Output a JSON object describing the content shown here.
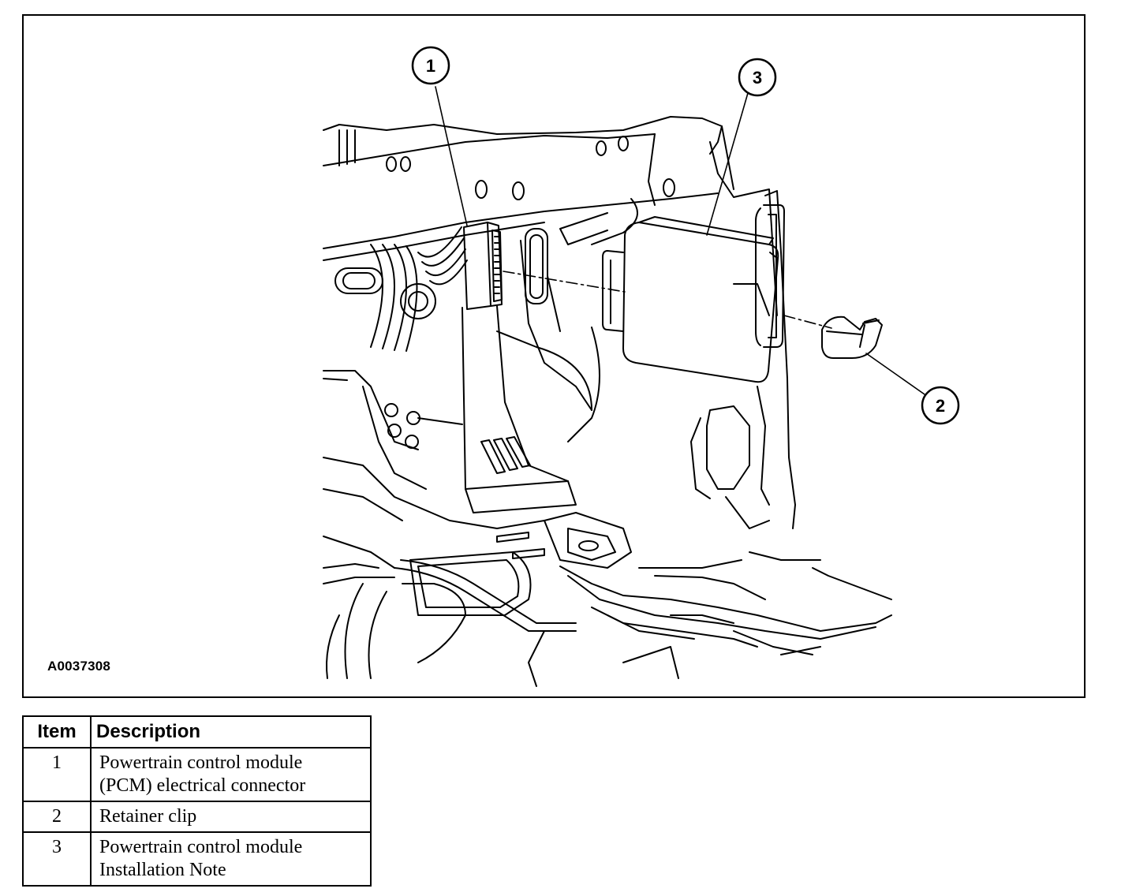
{
  "figure": {
    "id_label": "A0037308",
    "callouts": [
      {
        "number": "1"
      },
      {
        "number": "2"
      },
      {
        "number": "3"
      }
    ]
  },
  "legend": {
    "headers": {
      "item": "Item",
      "description": "Description"
    },
    "rows": [
      {
        "item": "1",
        "lines": [
          "Powertrain control module",
          "(PCM) electrical connector"
        ]
      },
      {
        "item": "2",
        "lines": [
          "Retainer clip"
        ]
      },
      {
        "item": "3",
        "lines": [
          "Powertrain control module",
          "Installation Note"
        ]
      }
    ]
  }
}
